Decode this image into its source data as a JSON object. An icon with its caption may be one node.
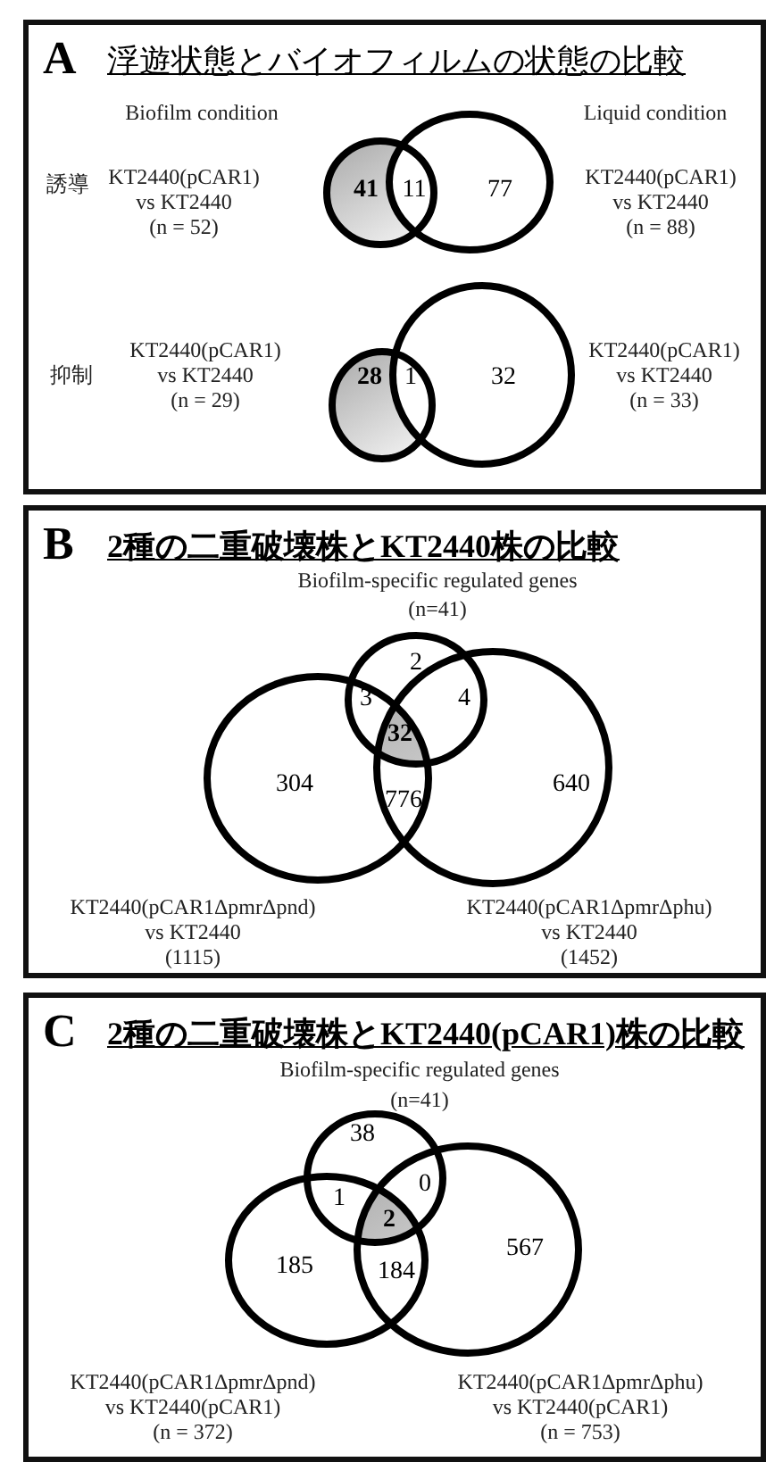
{
  "diagram": {
    "nodes": [
      {
        "text": [
          "A",
          "浮遊状態とバイオフィルムの状態の比較"
        ]
      },
      {
        "text": [
          "B",
          "2種の二重破壊株とKT2440株の比較"
        ]
      },
      {
        "text": [
          "C",
          "2種の二重破壊株とKT2440(pCAR1)株の比較"
        ]
      },
      {
        "text": [],
        "shape": "circle",
        "in": 0
      },
      {
        "text": [],
        "shape": "circle",
        "in": 0
      },
      {
        "text": [],
        "shape": "circle",
        "in": 0
      },
      {
        "text": [],
        "shape": "circle",
        "in": 0
      },
      {
        "text": [],
        "shape": "circle",
        "in": 1
      },
      {
        "text": [],
        "shape": "circle",
        "in": 1
      },
      {
        "text": [],
        "shape": "circle",
        "in": 1
      },
      {
        "text": [],
        "shape": "circle",
        "in": 2
      },
      {
        "text": [],
        "shape": "circle",
        "in": 2
      },
      {
        "text": [],
        "shape": "circle",
        "in": 2
      }
    ],
    "labels": [
      "Biofilm condition",
      "Liquid condition",
      "誘導",
      "KT2440(pCAR1) vs KT2440 (n = 52)",
      "41",
      "11",
      "77",
      "KT2440(pCAR1) vs KT2440 (n = 88)",
      "抑制",
      "KT2440(pCAR1) vs KT2440 (n = 29)",
      "28",
      "1",
      "32",
      "KT2440(pCAR1) vs KT2440 (n = 33)",
      "Biofilm-specific regulated genes",
      "(n=41)",
      "2",
      "3",
      "4",
      "32",
      "304",
      "776",
      "640",
      "KT2440(pCAR1ΔpmrΔpnd) vs KT2440 (1115)",
      "KT2440(pCAR1ΔpmrΔphu) vs KT2440 (1452)",
      "Biofilm-specific regulated genes",
      "(n=41)",
      "38",
      "0",
      "1",
      "2",
      "185",
      "184",
      "567",
      "KT2440(pCAR1ΔpmrΔpnd) vs KT2440(pCAR1) (n = 372)",
      "KT2440(pCAR1ΔpmrΔphu) vs KT2440(pCAR1) (n = 753)"
    ]
  }
}
